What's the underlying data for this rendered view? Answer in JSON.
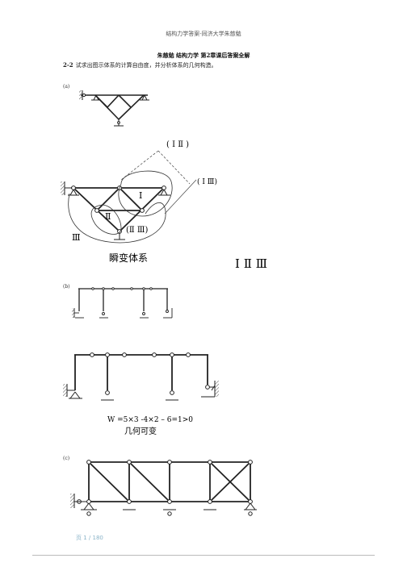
{
  "header": {
    "running_title": "结构力学答案-同济大学朱慈勉"
  },
  "chapter": {
    "title": "朱慈勉 结构力学 第2章课后答案全解"
  },
  "problem": {
    "number": "2-2",
    "statement": "试求出图示体系的计算自由度，并分析体系的几何构造。"
  },
  "parts": {
    "a": {
      "label": "(a)",
      "labels": {
        "I_II": "( Ⅰ Ⅱ )",
        "I_III": "( Ⅰ Ⅲ)",
        "I": "Ⅰ",
        "II": "Ⅱ",
        "II_III": "(Ⅱ Ⅲ)",
        "III": "Ⅲ"
      },
      "conclusion": "瞬变体系",
      "note": "Ⅰ Ⅱ Ⅲ"
    },
    "b": {
      "label": "(b)",
      "formula": "W =5×3 -4×2 – 6=1>0",
      "conclusion": "几何可变"
    },
    "c": {
      "label": "(c)"
    }
  },
  "footer": {
    "page_indicator": "页 1 / 180"
  }
}
